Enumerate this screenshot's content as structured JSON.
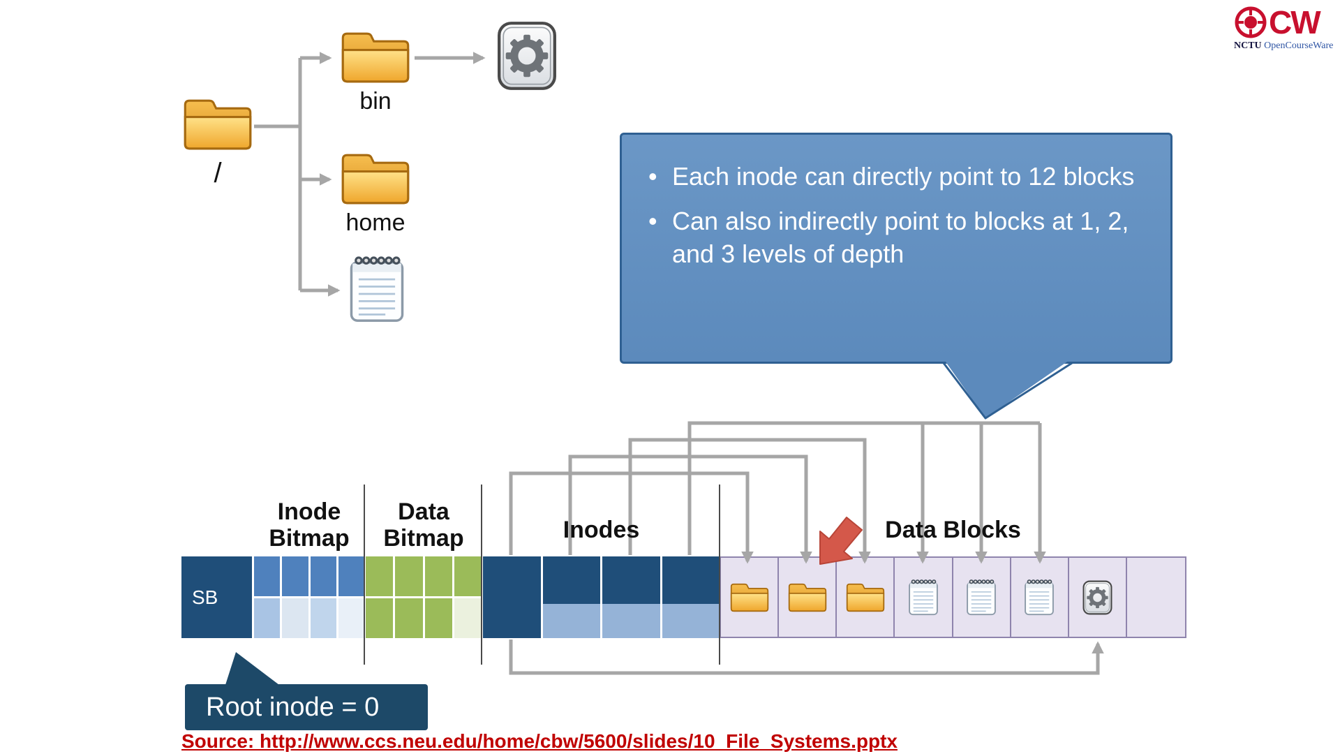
{
  "logo": {
    "brand_letters": "CW",
    "org": "NCTU",
    "program": "OpenCourseWare"
  },
  "tree": {
    "root_label": "/",
    "bin_label": "bin",
    "home_label": "home"
  },
  "callout": {
    "bullets": [
      "Each inode can directly point to 12 blocks",
      "Can also indirectly point to blocks at 1, 2, and 3 levels of depth"
    ]
  },
  "disk": {
    "superblock_label": "SB",
    "section_labels": {
      "inode_bitmap": "Inode Bitmap",
      "data_bitmap": "Data Bitmap",
      "inodes": "Inodes",
      "data_blocks": "Data Blocks"
    },
    "inode_bitmap_cells": [
      [
        "#4F81BD",
        "#4F81BD",
        "#4F81BD",
        "#4F81BD"
      ],
      [
        "#A9C4E4",
        "#DCE6F1",
        "#C0D5EC",
        "#E9F0F8"
      ]
    ],
    "data_bitmap_cells": [
      [
        "#9BBB59",
        "#9BBB59",
        "#9BBB59",
        "#9BBB59"
      ],
      [
        "#9BBB59",
        "#9BBB59",
        "#9BBB59",
        "#EBF1DE"
      ]
    ],
    "inode_blocks": [
      {
        "top": "#1F4E79",
        "bottom": "#1F4E79"
      },
      {
        "top": "#1F4E79",
        "bottom": "#95B3D7"
      },
      {
        "top": "#1F4E79",
        "bottom": "#95B3D7"
      },
      {
        "top": "#1F4E79",
        "bottom": "#95B3D7"
      }
    ],
    "data_block_cells": [
      "folder",
      "folder",
      "folder",
      "notepad",
      "notepad",
      "notepad",
      "gear",
      "empty"
    ]
  },
  "root_inode_note": "Root inode = 0",
  "source_line": "Source: http://www.ccs.neu.edu/home/cbw/5600/slides/10_File_Systems.pptx",
  "colors": {
    "navy": "#1F4E79",
    "light_blue": "#95B3D7",
    "bitmap_blue": "#4F81BD",
    "bitmap_green": "#9BBB59",
    "lavender": "#E7E2F0",
    "purple_border": "#8F84AD",
    "callout_fill": "#6191C1",
    "callout_border": "#2F6092",
    "red_arrow": "#D4584A",
    "source_red": "#C00000",
    "logo_red": "#C8102E",
    "connector_gray": "#A6A6A6"
  }
}
